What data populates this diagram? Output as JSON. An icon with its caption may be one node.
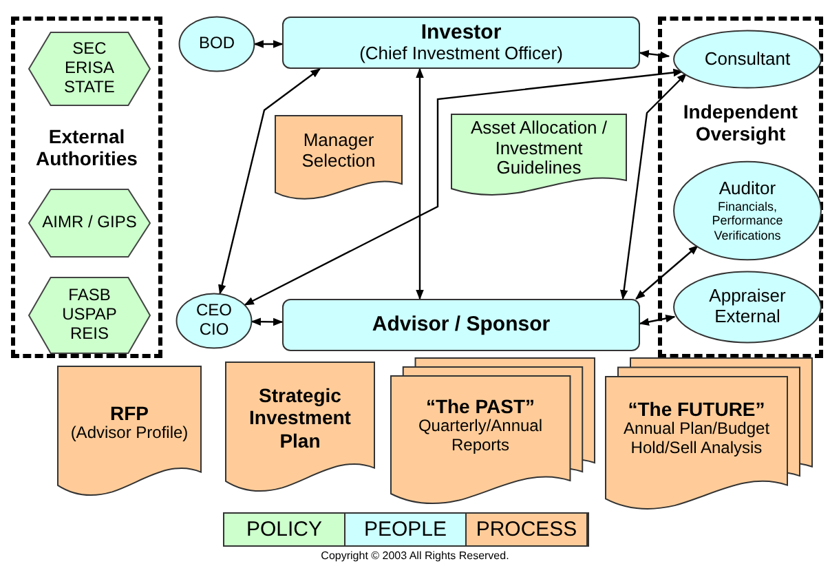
{
  "diagram": {
    "caption": "Copyright © 2003 All Rights Reserved.",
    "nodes": [
      {
        "text": [
          "External Authorities"
        ]
      },
      {
        "text": [
          "SEC ERISA STATE"
        ],
        "in": 0
      },
      {
        "text": [
          "AIMR / GIPS"
        ],
        "in": 0
      },
      {
        "text": [
          "FASB USPAP REIS"
        ],
        "in": 0
      },
      {
        "text": [
          "BOD"
        ]
      },
      {
        "text": [
          "Investor",
          "(Chief Investment Officer)"
        ]
      },
      {
        "text": [
          "Independent Oversight"
        ]
      },
      {
        "text": [
          "Consultant"
        ],
        "in": 6
      },
      {
        "text": [
          "Auditor",
          "Financials, Performance Verifications"
        ],
        "in": 6
      },
      {
        "text": [
          "Appraiser External"
        ],
        "in": 6
      },
      {
        "text": [
          "Manager Selection"
        ]
      },
      {
        "text": [
          "Asset Allocation / Investment Guidelines"
        ]
      },
      {
        "text": [
          "CEO CIO"
        ]
      },
      {
        "text": [
          "Advisor / Sponsor"
        ]
      },
      {
        "text": [
          "RFP",
          "(Advisor Profile)"
        ]
      },
      {
        "text": [
          "Strategic Investment Plan"
        ]
      },
      {
        "text": [
          "“The PAST”",
          "Quarterly/Annual Reports"
        ]
      },
      {
        "text": [
          "“The FUTURE”",
          "Annual Plan/Budget Hold/Sell Analysis"
        ]
      }
    ],
    "edges": [
      {
        "from": 4,
        "to": 5,
        "arrow": "both"
      },
      {
        "from": 5,
        "to": 7,
        "arrow": "both"
      },
      {
        "from": 12,
        "to": 5,
        "arrow": "both"
      },
      {
        "from": 12,
        "to": 7,
        "arrow": "both"
      },
      {
        "from": 5,
        "to": 13,
        "arrow": "both"
      },
      {
        "from": 7,
        "to": 13,
        "arrow": "both"
      },
      {
        "from": 8,
        "to": 13,
        "arrow": "both"
      },
      {
        "from": 9,
        "to": 13,
        "arrow": "both"
      },
      {
        "from": 12,
        "to": 13,
        "arrow": "both"
      }
    ],
    "legend": [
      {
        "text": "POLICY",
        "color": "#ccffcc"
      },
      {
        "text": "PEOPLE",
        "color": "#ccffff"
      },
      {
        "text": "PROCESS",
        "color": "#ffcc99"
      }
    ]
  }
}
